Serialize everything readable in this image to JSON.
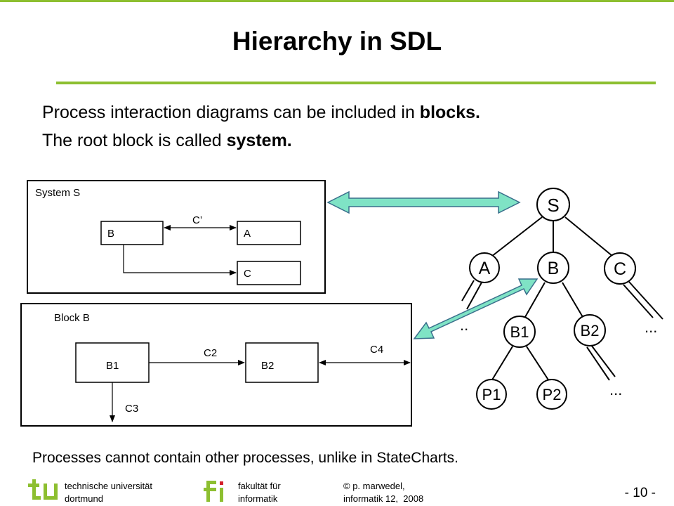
{
  "slide": {
    "title": "Hierarchy in SDL",
    "intro_line1_pre": "Process interaction diagrams can be included in ",
    "intro_line1_bold": "blocks.",
    "intro_line2_pre": "The root block is called ",
    "intro_line2_bold": "system.",
    "bottom_note": "Processes cannot contain other processes, unlike in StateCharts."
  },
  "system_diagram": {
    "frame_label": "System S",
    "block_b": "B",
    "block_a": "A",
    "block_c": "C",
    "channel_c_prime": "C’"
  },
  "block_diagram": {
    "frame_label": "Block B",
    "block_b1": "B1",
    "block_b2": "B2",
    "channel_c2": "C2",
    "channel_c3": "C3",
    "channel_c4": "C4"
  },
  "tree": {
    "root": "S",
    "child_a": "A",
    "child_b": "B",
    "child_c": "C",
    "b1": "B1",
    "b2": "B2",
    "p1": "P1",
    "p2": "P2",
    "ellipsis_a": "..",
    "ellipsis_c": "...",
    "ellipsis_b2": "..."
  },
  "footer": {
    "university": "technische universität\ndortmund",
    "faculty": "fakultät für\ninformatik",
    "author": "© p. marwedel,\ninformatik 12,  2008",
    "page": "- 10 -"
  },
  "colors": {
    "accent_green": "#8dbf30",
    "arrow_fill": "#7fe3c5",
    "arrow_stroke": "#3a6f8c"
  }
}
